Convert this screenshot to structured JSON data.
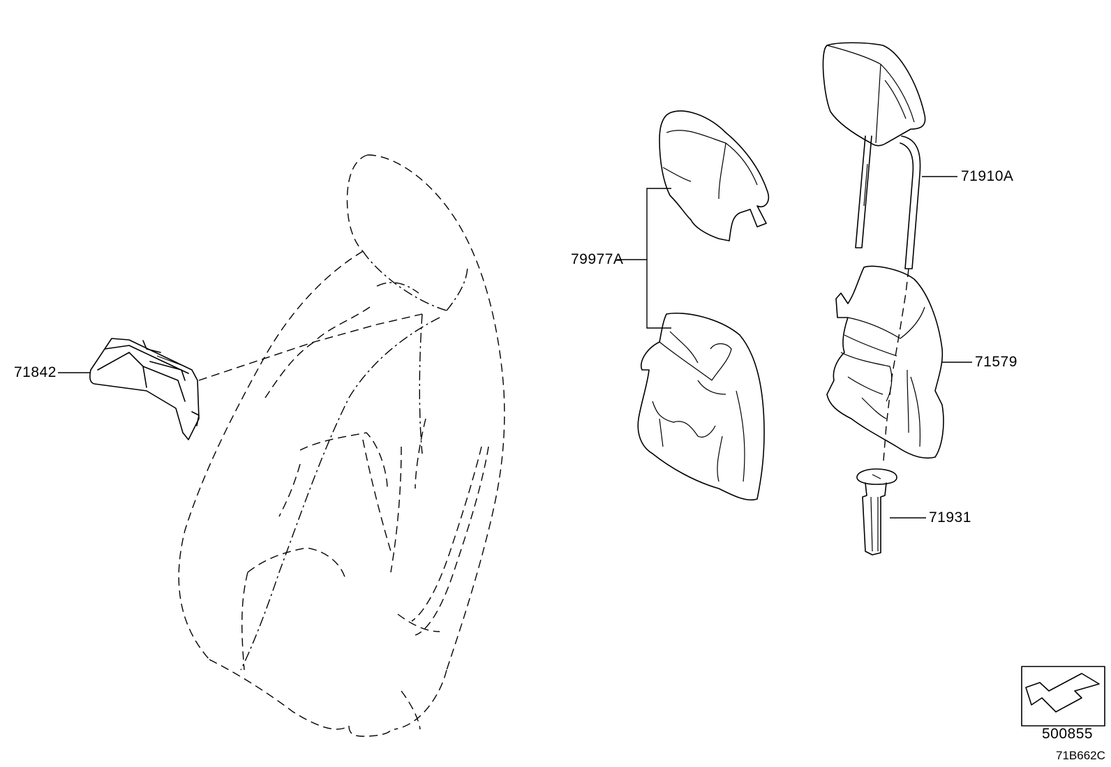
{
  "parts": {
    "armrest_knob": "71842",
    "cover_set": "79977A",
    "headrest": "71910A",
    "pad": "71579",
    "support": "71931"
  },
  "ref_box": {
    "code": "500855"
  },
  "figure_code": "71B662C"
}
